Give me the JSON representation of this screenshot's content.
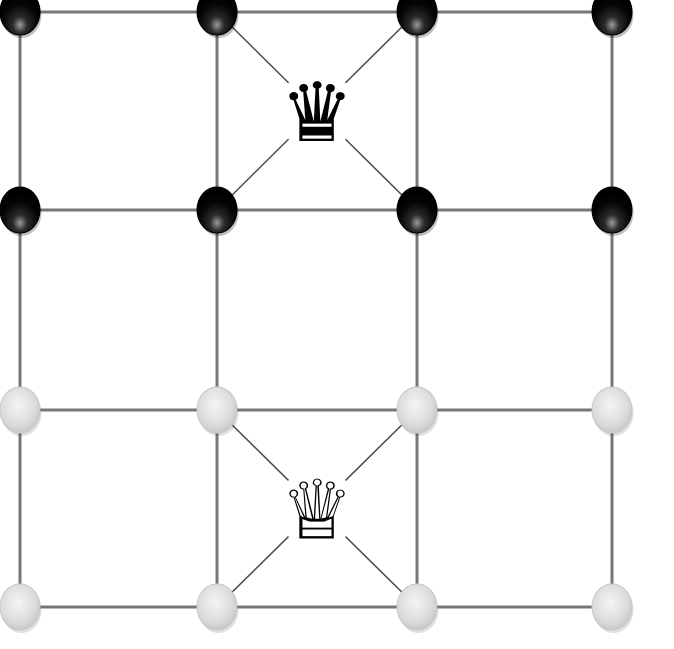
{
  "game": {
    "board": {
      "columns": 4,
      "rows": 4,
      "line_color": "#777777",
      "background": "#ffffff"
    },
    "players": [
      {
        "side": "black",
        "color": "#0b0b0b",
        "highlight": "#8a8a8a"
      },
      {
        "side": "white",
        "color": "#d9d9d9",
        "highlight": "#ffffff"
      }
    ],
    "stones": [
      {
        "color": "black",
        "col": 0,
        "row": 0
      },
      {
        "color": "black",
        "col": 1,
        "row": 0
      },
      {
        "color": "black",
        "col": 2,
        "row": 0
      },
      {
        "color": "black",
        "col": 3,
        "row": 0
      },
      {
        "color": "black",
        "col": 0,
        "row": 1
      },
      {
        "color": "black",
        "col": 1,
        "row": 1
      },
      {
        "color": "black",
        "col": 2,
        "row": 1
      },
      {
        "color": "black",
        "col": 3,
        "row": 1
      },
      {
        "color": "white",
        "col": 0,
        "row": 2
      },
      {
        "color": "white",
        "col": 1,
        "row": 2
      },
      {
        "color": "white",
        "col": 2,
        "row": 2
      },
      {
        "color": "white",
        "col": 3,
        "row": 2
      },
      {
        "color": "white",
        "col": 0,
        "row": 3
      },
      {
        "color": "white",
        "col": 1,
        "row": 3
      },
      {
        "color": "white",
        "col": 2,
        "row": 3
      },
      {
        "color": "white",
        "col": 3,
        "row": 3
      }
    ],
    "royal_squares": [
      {
        "color": "black",
        "piece": "queen",
        "col": 1,
        "row": 0,
        "glyph": "♛",
        "icon": "black-queen-icon"
      },
      {
        "color": "white",
        "piece": "queen",
        "col": 1,
        "row": 2,
        "glyph": "♕",
        "icon": "white-queen-icon"
      }
    ]
  }
}
